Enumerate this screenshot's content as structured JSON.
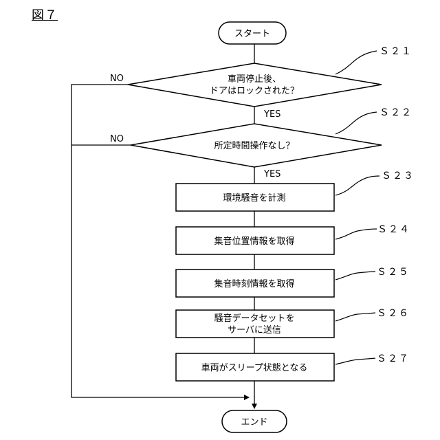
{
  "figure": {
    "title": "図７"
  },
  "nodes": {
    "start": "スタート",
    "end": "エンド",
    "d1_line1": "車両停止後、",
    "d1_line2": "ドアはロックされた？",
    "d2": "所定時間操作なし？",
    "p23": "環境騒音を計測",
    "p24": "集音位置情報を取得",
    "p25": "集音時刻情報を取得",
    "p26_line1": "騒音データセットを",
    "p26_line2": "サーバに送信",
    "p27": "車両がスリープ状態となる"
  },
  "step_labels": {
    "s21": "Ｓ２１",
    "s22": "Ｓ２２",
    "s23": "Ｓ２３",
    "s24": "Ｓ２４",
    "s25": "Ｓ２５",
    "s26": "Ｓ２６",
    "s27": "Ｓ２７"
  },
  "branches": {
    "yes1": "YES",
    "no1": "NO",
    "yes2": "YES",
    "no2": "NO"
  }
}
